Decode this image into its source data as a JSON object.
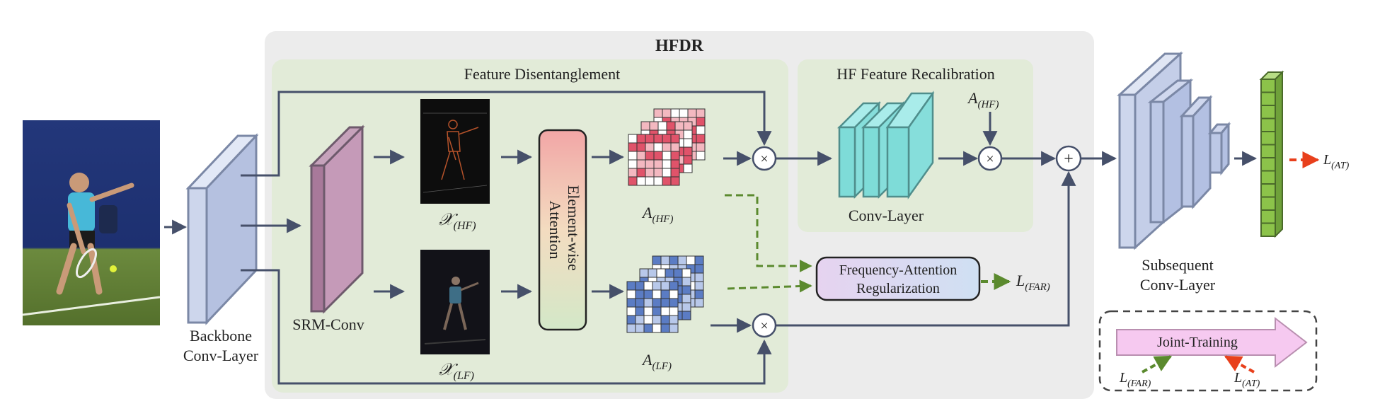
{
  "hfdr": {
    "title": "HFDR"
  },
  "disentangle": {
    "title": "Feature Disentanglement"
  },
  "recalib": {
    "title": "HF Feature Recalibration",
    "conv_label": "Conv-Layer",
    "attn_input": "A",
    "attn_input_sub": "(HF)"
  },
  "backbone": {
    "line1": "Backbone",
    "line2": "Conv-Layer"
  },
  "srm": {
    "label": "SRM-Conv"
  },
  "xhf": {
    "main": "𝒳",
    "sub": "(HF)"
  },
  "xlf": {
    "main": "𝒳",
    "sub": "(LF)"
  },
  "attention": {
    "line1": "Element-wise",
    "line2": "Attention"
  },
  "ahf": {
    "main": "A",
    "sub": "(HF)"
  },
  "alf": {
    "main": "A",
    "sub": "(LF)"
  },
  "far_box": {
    "line1": "Frequency-Attention",
    "line2": "Regularization"
  },
  "lfar": {
    "main": "L",
    "sub": "(FAR)"
  },
  "subsequent": {
    "line1": "Subsequent",
    "line2": "Conv-Layer"
  },
  "lat": {
    "main": "L",
    "sub": "(AT)"
  },
  "joint": {
    "title": "Joint-Training",
    "lfar_main": "L",
    "lfar_sub": "(FAR)",
    "lat_main": "L",
    "lat_sub": "(AT)"
  },
  "ops": {
    "multiply": "×",
    "add": "+"
  },
  "colors": {
    "hfdr_bg": "#ececec",
    "panel_bg": "#e2ebd8",
    "arrow": "#46506a",
    "green_dash": "#5b8a2e",
    "red_dash": "#e8401c",
    "backbone_fill": "#cdd6ec",
    "srm_fill": "#a8799a",
    "cyan_fill": "#7edcd8",
    "hf_cell": "#e0536a",
    "lf_cell": "#5b7cc4",
    "joint_fill": "#f6c9f0",
    "output_green": "#8cc34a"
  }
}
